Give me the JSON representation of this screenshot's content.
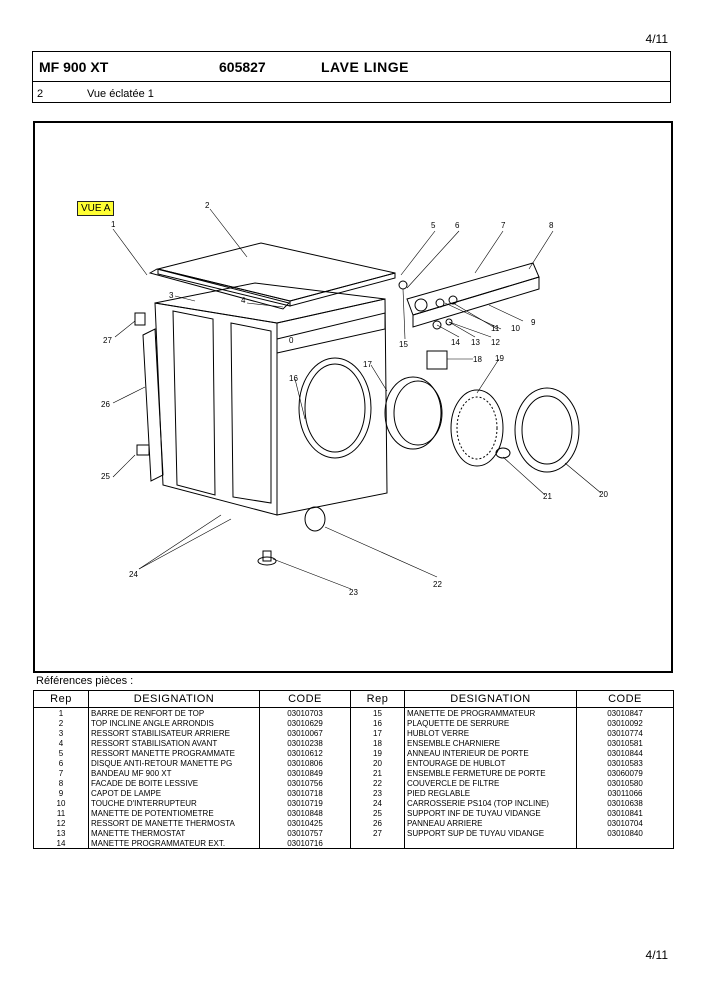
{
  "page_number": "4/11",
  "header": {
    "model": "MF 900 XT",
    "code": "605827",
    "product": "LAVE LINGE",
    "section_number": "2",
    "view_title": "Vue éclatée 1"
  },
  "diagram": {
    "label": "VUE A",
    "callouts": [
      "1",
      "2",
      "3",
      "4",
      "5",
      "6",
      "7",
      "8",
      "9",
      "10",
      "11",
      "12",
      "13",
      "14",
      "15",
      "16",
      "17",
      "18",
      "19",
      "20",
      "21",
      "22",
      "23",
      "24",
      "25",
      "26",
      "27",
      "0"
    ]
  },
  "references_title": "Références pièces  :",
  "table": {
    "headers": [
      "Rep",
      "DESIGNATION",
      "CODE",
      "Rep",
      "DESIGNATION",
      "CODE"
    ],
    "rows": [
      [
        "1",
        "BARRE DE RENFORT DE TOP",
        "03010703",
        "15",
        "MANETTE DE PROGRAMMATEUR",
        "03010847"
      ],
      [
        "2",
        "TOP INCLINE ANGLE ARRONDIS",
        "03010629",
        "16",
        "PLAQUETTE DE SERRURE",
        "03010092"
      ],
      [
        "3",
        "RESSORT STABILISATEUR ARRIERE",
        "03010067",
        "17",
        "HUBLOT VERRE",
        "03010774"
      ],
      [
        "4",
        "RESSORT STABILISATION AVANT",
        "03010238",
        "18",
        "ENSEMBLE CHARNIERE",
        "03010581"
      ],
      [
        "5",
        "RESSORT MANETTE PROGRAMMATE",
        "03010612",
        "19",
        "ANNEAU INTERIEUR DE PORTE",
        "03010844"
      ],
      [
        "6",
        "DISQUE ANTI-RETOUR  MANETTE PG",
        "03010806",
        "20",
        "ENTOURAGE DE HUBLOT",
        "03010583"
      ],
      [
        "7",
        "BANDEAU MF 900 XT",
        "03010849",
        "21",
        "ENSEMBLE FERMETURE DE PORTE",
        "03060079"
      ],
      [
        "8",
        "FACADE DE BOITE LESSIVE",
        "03010756",
        "22",
        "COUVERCLE DE FILTRE",
        "03010580"
      ],
      [
        "9",
        "CAPOT DE LAMPE",
        "03010718",
        "23",
        "PIED REGLABLE",
        "03011066"
      ],
      [
        "10",
        "TOUCHE D'INTERRUPTEUR",
        "03010719",
        "24",
        "CARROSSERIE PS104 (TOP INCLINE)",
        "03010638"
      ],
      [
        "11",
        "MANETTE DE POTENTIOMETRE",
        "03010848",
        "25",
        "SUPPORT INF DE TUYAU VIDANGE",
        "03010841"
      ],
      [
        "12",
        "RESSORT DE MANETTE THERMOSTA",
        "03010425",
        "26",
        "PANNEAU ARRIERE",
        "03010704"
      ],
      [
        "13",
        "MANETTE THERMOSTAT",
        "03010757",
        "27",
        "SUPPORT SUP DE TUYAU VIDANGE",
        "03010840"
      ],
      [
        "14",
        "MANETTE PROGRAMMATEUR EXT.",
        "03010716",
        "",
        "",
        ""
      ]
    ]
  }
}
